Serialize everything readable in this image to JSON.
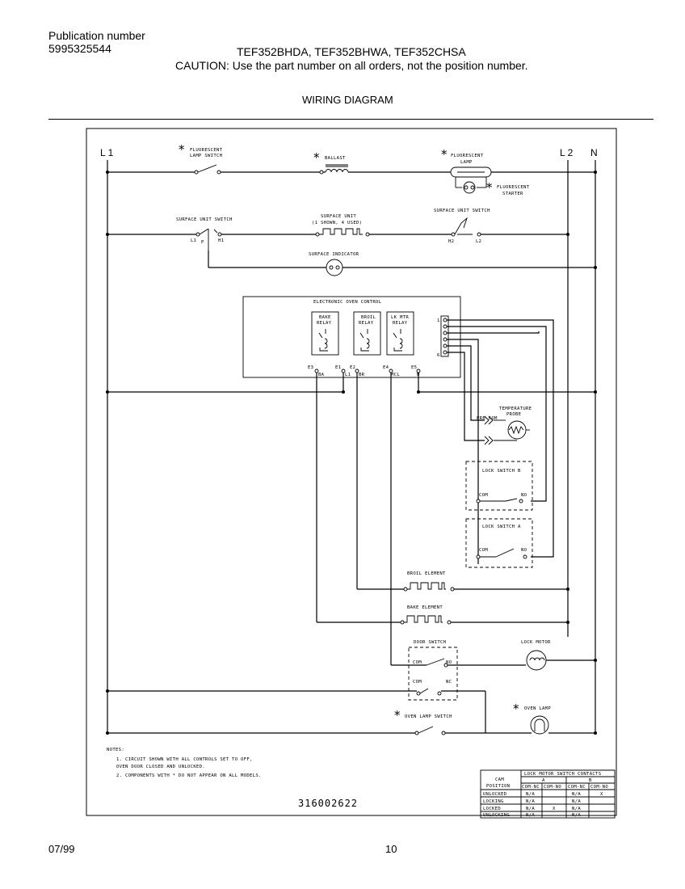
{
  "header": {
    "publication_label": "Publication number",
    "publication_number": "5995325544",
    "models": "TEF352BHDA, TEF352BHWA, TEF352CHSA",
    "caution": "CAUTION:  Use the part number on all orders, not the position number."
  },
  "title": "WIRING DIAGRAM",
  "diagram": {
    "lines": {
      "l1": "L 1",
      "l2": "L 2",
      "n": "N"
    },
    "star": "*",
    "fluorescent_lamp_switch": [
      "FLUORESCENT",
      "LAMP SWITCH"
    ],
    "ballast": "BALLAST",
    "fluorescent_lamp": [
      "FLUORESCENT",
      "LAMP"
    ],
    "fluorescent_starter": [
      "FLUORESCENT",
      "STARTER"
    ],
    "surface_unit_switch_left": "SURFACE UNIT SWITCH",
    "surface_unit": [
      "SURFACE UNIT",
      "(1 SHOWN, 4 USED)"
    ],
    "surface_unit_switch_right": "SURFACE UNIT SWITCH",
    "terminals": {
      "l1": "L1",
      "p": "P",
      "h1": "H1",
      "h2": "H2",
      "l2": "L2"
    },
    "surface_indicator": "SURFACE INDICATOR",
    "electronic_oven_control": "ELECTRONIC OVEN CONTROL",
    "bake_relay": [
      "BAKE",
      "RELAY"
    ],
    "broil_relay": [
      "BROIL",
      "RELAY"
    ],
    "lk_mtr_relay": [
      "LK MTR",
      "RELAY"
    ],
    "connector_pins": [
      "1",
      "6"
    ],
    "control_terminals": [
      "E3",
      "BA",
      "E1",
      "L1",
      "E2",
      "BR",
      "E4",
      "MCL",
      "E5",
      "N"
    ],
    "temperature_probe": [
      "TEMPERATURE",
      "PROBE"
    ],
    "prb_com": "PRB COM",
    "lock_switch_b": "LOCK SWITCH B",
    "lock_switch_a": "LOCK SWITCH A",
    "com": "COM",
    "no": "NO",
    "nc": "NC",
    "broil_element": "BROIL ELEMENT",
    "bake_element": "BAKE ELEMENT",
    "door_switch": "DOOR SWITCH",
    "lock_motor": "LOCK MOTOR",
    "oven_lamp": "OVEN LAMP",
    "oven_lamp_switch": "OVEN LAMP SWITCH",
    "notes": [
      "NOTES:",
      "1.  CIRCUIT SHOWN WITH ALL CONTROLS SET TO OFF,",
      "    OVEN DOOR CLOSED AND UNLOCKED.",
      "2.  COMPONENTS WITH * DO NOT APPEAR ON ALL MODELS."
    ],
    "drawing_number": "316002622"
  },
  "lock_table": {
    "title": "LOCK MOTOR SWITCH CONTACTS",
    "cam_position": [
      "CAM",
      "POSITION"
    ],
    "switches": [
      "A",
      "B"
    ],
    "subheaders": [
      "COM-NC",
      "COM-NO",
      "COM-NC",
      "COM-NO"
    ],
    "rows": [
      {
        "position": "UNLOCKED",
        "cells": [
          "N/A",
          "",
          "N/A",
          "X"
        ]
      },
      {
        "position": "LOCKING",
        "cells": [
          "N/A",
          "",
          "N/A",
          ""
        ]
      },
      {
        "position": "LOCKED",
        "cells": [
          "N/A",
          "X",
          "N/A",
          ""
        ]
      },
      {
        "position": "UNLOCKING",
        "cells": [
          "N/A",
          "",
          "N/A",
          ""
        ]
      }
    ]
  },
  "footer": {
    "date": "07/99",
    "page": "10"
  }
}
